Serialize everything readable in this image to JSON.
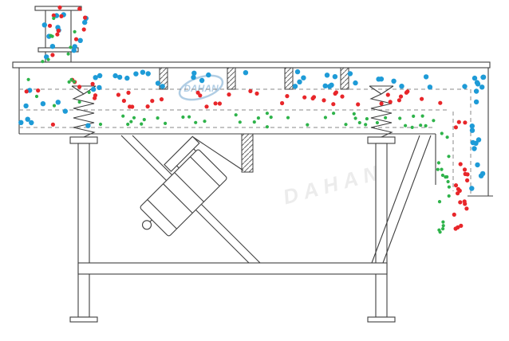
{
  "watermark": {
    "brand": "DAHAN",
    "diagonal": "DAHAN"
  },
  "colors": {
    "line": "#3f3f3f",
    "deck_dash": "#8a8a8a",
    "particle_large": "#1e9bd7",
    "particle_medium": "#e8262a",
    "particle_small": "#2eb34a",
    "watermark_logo": "#8fb9d9",
    "watermark_text": "#dedede"
  },
  "particles": {
    "seed": 20240,
    "groups": [
      {
        "name": "feed-large",
        "color": "particle_large",
        "r": 3.2,
        "count": 13,
        "region": [
          48,
          2,
          62,
          80
        ]
      },
      {
        "name": "feed-medium",
        "color": "particle_medium",
        "r": 2.6,
        "count": 11,
        "region": [
          50,
          6,
          58,
          76
        ]
      },
      {
        "name": "feed-small",
        "color": "particle_small",
        "r": 2.1,
        "count": 8,
        "region": [
          52,
          10,
          54,
          70
        ]
      },
      {
        "name": "inlet-zone-large",
        "color": "particle_large",
        "r": 3.2,
        "count": 10,
        "region": [
          26,
          88,
          94,
          74
        ]
      },
      {
        "name": "inlet-zone-medium",
        "color": "particle_medium",
        "r": 2.6,
        "count": 9,
        "region": [
          28,
          92,
          92,
          68
        ]
      },
      {
        "name": "inlet-zone-small",
        "color": "particle_small",
        "r": 2.1,
        "count": 8,
        "region": [
          28,
          96,
          92,
          64
        ]
      },
      {
        "name": "top-deck-large",
        "color": "particle_large",
        "r": 3.2,
        "count": 34,
        "region": [
          118,
          90,
          468,
          20
        ]
      },
      {
        "name": "mid-deck-medium",
        "color": "particle_medium",
        "r": 2.6,
        "count": 36,
        "region": [
          118,
          114,
          446,
          20
        ]
      },
      {
        "name": "bottom-deck-small",
        "color": "particle_small",
        "r": 2.1,
        "count": 40,
        "region": [
          118,
          142,
          426,
          18
        ]
      },
      {
        "name": "discharge-large",
        "color": "particle_large",
        "r": 3.2,
        "count": 18,
        "region": [
          591,
          96,
          17,
          146
        ]
      },
      {
        "name": "discharge-medium",
        "color": "particle_medium",
        "r": 2.6,
        "count": 20,
        "region": [
          569,
          140,
          17,
          148
        ]
      },
      {
        "name": "discharge-small",
        "color": "particle_small",
        "r": 2.1,
        "count": 18,
        "region": [
          547,
          165,
          17,
          130
        ]
      }
    ]
  }
}
